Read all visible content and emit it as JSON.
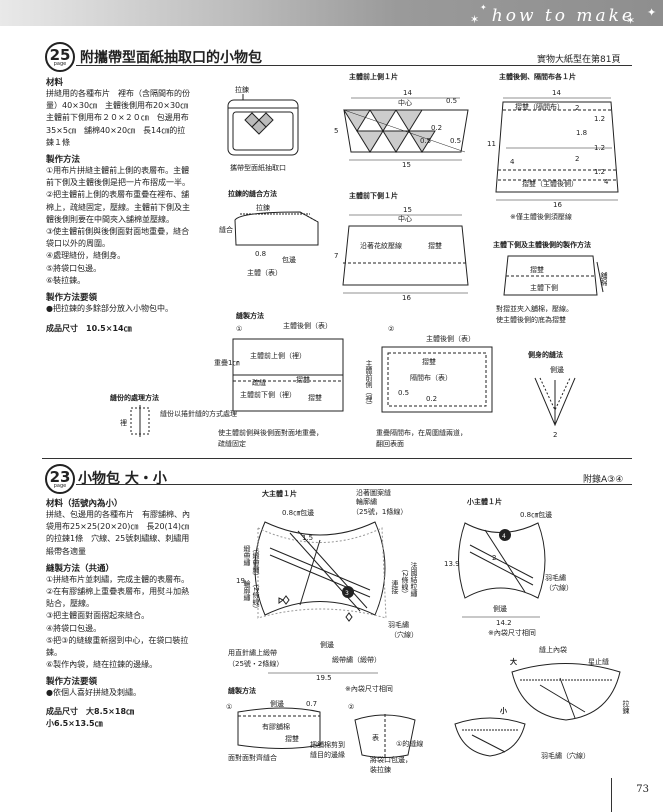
{
  "header": {
    "how_to_make": "how to make"
  },
  "s25": {
    "number": "25",
    "page_label": "page",
    "title": "附攜帶型面紙抽取口的小物包",
    "pattern_ref": "實物大紙型在第81頁",
    "materials_head": "材料",
    "materials": [
      "拼縫用的各種布片　裡布（含隔間布的份",
      "量）40×30㎝　主體後側用布20×30㎝",
      "主體前下側用布２０×２０㎝　包邊用布",
      "35×5㎝　舖棉40×20㎝　長14㎝的拉",
      "鍊１條"
    ],
    "steps_head": "製作方法",
    "steps": [
      "①用布片拼縫主體前上側的表層布。主體",
      "前下側及主體後側是把一片布摺成一半。",
      "②把主體前上側的表層布重疊在裡布、舖",
      "棉上，疏縫固定，壓線。主體前下側及主",
      "體後側則要在中間夾入舖棉並壓線。",
      "③使主體前側與後側面對面地重疊，縫合",
      "袋口以外的周圍。",
      "④處理縫份，縫側身。",
      "⑤將袋口包邊。",
      "⑥裝拉鍊。"
    ],
    "points_head": "製作方法要領",
    "points": "●把拉鍊的多餘部分放入小物包中。",
    "size_head": "成品尺寸",
    "size": "10.5×14㎝",
    "fig_zipper": "拉鍊",
    "fig_caption": "攜帶型面紙抽取口",
    "fig_zip_sew": "拉鍊的縫合方法",
    "fig_zip_label": "拉鍊",
    "fig_sew": "縫合",
    "fig_edge": "包邊",
    "fig_08": "0.8",
    "fig_main_out": "主體（表）",
    "front_upper": "主體前上側１片",
    "center": "中心",
    "front_lower": "主體前下側１片",
    "topstitch": "沿著花紋壓線",
    "fold": "摺雙",
    "back": "主體後側、隔間布各１片",
    "back_div": "摺雙（隔間布）",
    "back_main": "摺雙（主體後側）",
    "back_note": "※僅主體後側須壓線",
    "method_head": "主體下側及主體後側的製作方法",
    "method_fold": "摺雙",
    "method_part": "主體下側",
    "method_batt": "舖棉",
    "method_note1": "對摺並夾入舖棉，壓線。",
    "method_note2": "使主體後側的底為摺雙",
    "sew_head": "縫製方法",
    "back_out": "主體後側（表）",
    "front_upper_in": "主體前上側（裡）",
    "baste": "疏縫",
    "front_lower_in": "主體前下側（裡）",
    "overlap": "重疊1㎝",
    "step1_note1": "使主體前側與後側面對面地重疊，",
    "step1_note2": "疏縫固定",
    "div_out": "隔間布（表）",
    "front_in": "主體前側（裡）",
    "step2_note1": "重疊隔間布，在周圍縫兩道，",
    "step2_note2": "翻回表面",
    "gusset_head": "側身的縫法",
    "gusset": "側邊",
    "seam_head": "縫份的處理方法",
    "seam_lining": "裡",
    "seam_note": "縫份以捲針縫的方式處理",
    "d": {
      "w14": "14",
      "w15": "15",
      "w16": "16",
      "h5": "5",
      "h7": "7",
      "h11": "11",
      "n05": "0.5",
      "n02": "0.2",
      "n2": "2",
      "n12": "1.2",
      "n18": "1.8",
      "n4": "4",
      "n1": "1"
    }
  },
  "s23": {
    "number": "23",
    "page_label": "page",
    "title": "小物包 大・小",
    "appendix": "附錄A③④",
    "materials_head": "材料（括號內為小）",
    "materials": [
      "拼縫、包邊用的各種布片　有膠舖棉、內",
      "袋用布25×25(20×20)㎝　長20(14)㎝",
      "的拉鍊1條　穴線、25號刺繡線、刺繡用",
      "緞帶各適量"
    ],
    "steps_head": "縫製方法（共通）",
    "steps": [
      "①拼縫布片並刺繡，完成主體的表層布。",
      "②在有膠舖棉上重疊表層布，用熨斗加熱",
      "貼合，壓線。",
      "③把主體面對面摺起來縫合。",
      "④將袋口包邊。",
      "⑤把③的縫線重新摺到中心，在袋口裝拉",
      "鍊。",
      "⑥製作內袋，縫在拉鍊的邊緣。"
    ],
    "points_head": "製作方法要領",
    "points": "●依個人喜好拼縫及刺繡。",
    "size_head": "成品尺寸",
    "size_big": "大8.5×18㎝",
    "size_small": "小6.5×13.5㎝",
    "big_title": "大主體１片",
    "small_title": "小主體１片",
    "ribbon_emb": "緞帶繡",
    "ribbon_emb_p": "（緞帶繡）",
    "outline_emb": "沿著圖案縫",
    "outline_emb2": "輪廓繡",
    "outline_thread": "（25號，1條線）",
    "binding": "0.8㎝包邊",
    "french": "法國結粒繡",
    "french_p": "（2條線）",
    "outline_v": "輪廓繡",
    "outline_v_p": "（2條線）",
    "link": "連接",
    "feather": "羽毛繡",
    "feather_p": "（穴線）",
    "side": "側邊",
    "side_b": "側邊",
    "embroidery_thread": "用直針繡上緞帶",
    "embroidery_thread2": "（25號・2條線）",
    "ribbon2": "緞帶繡（緞帶）",
    "d195": "19.5",
    "d19": "19",
    "d139": "13.9",
    "d142": "14.2",
    "d15": "1.5",
    "d2": "2",
    "inner_same": "※內袋尺寸相同",
    "inner_same_small": "※內袋尺寸相同",
    "sew_head": "縫製方法",
    "sew_side": "側邊",
    "sew_07": "0.7",
    "sew_batt": "有膠舖棉",
    "sew_fold": "摺雙",
    "sew_note": "面對面對齊縫合",
    "cut_batt1": "把舖棉剪到",
    "cut_batt2": "縫目的邊緣",
    "front": "表",
    "stitch_step1": "①的縫線",
    "bind_mouth1": "將袋口包邊，",
    "bind_mouth2": "裝拉鍊",
    "final_sew_inner": "縫上內袋",
    "star_stitch": "星止縫",
    "zip": "拉鍊",
    "big": "大",
    "small": "小",
    "feather2": "羽毛繡（穴線）"
  },
  "page_number": "73"
}
